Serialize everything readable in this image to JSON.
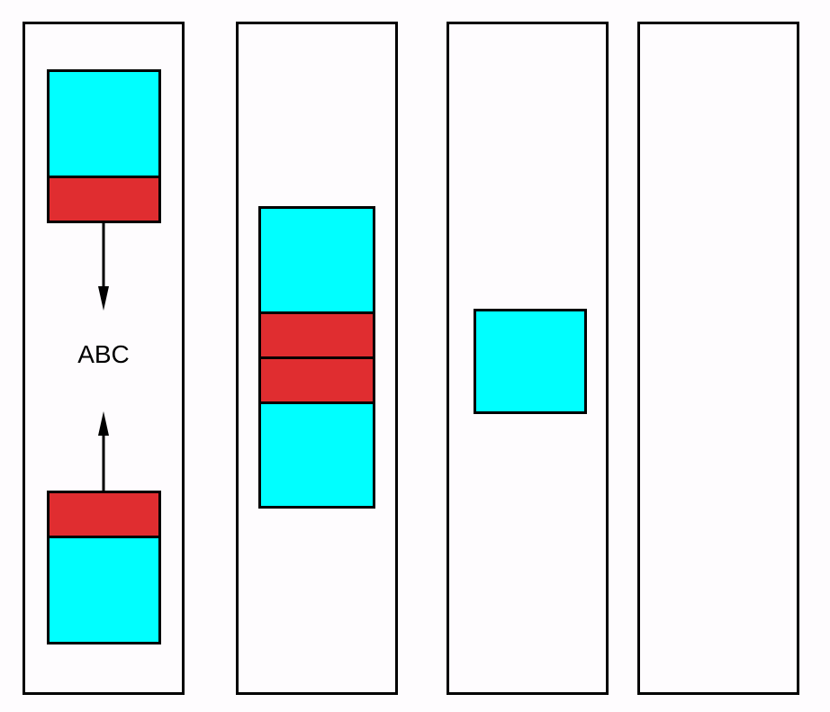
{
  "colors": {
    "cyan": "#00ffff",
    "red": "#e02d30",
    "outline": "#000000",
    "background": "#fefcfe"
  },
  "panels": [
    {
      "label": "ABC",
      "blocks": [
        {
          "color": "cyan"
        },
        {
          "color": "red"
        },
        {
          "color": "red"
        },
        {
          "color": "cyan"
        }
      ],
      "arrows": [
        "down",
        "up"
      ]
    },
    {
      "blocks": [
        {
          "color": "cyan"
        },
        {
          "color": "red"
        },
        {
          "color": "red"
        },
        {
          "color": "cyan"
        }
      ]
    },
    {
      "blocks": [
        {
          "color": "cyan"
        }
      ]
    },
    {
      "blocks": []
    }
  ]
}
